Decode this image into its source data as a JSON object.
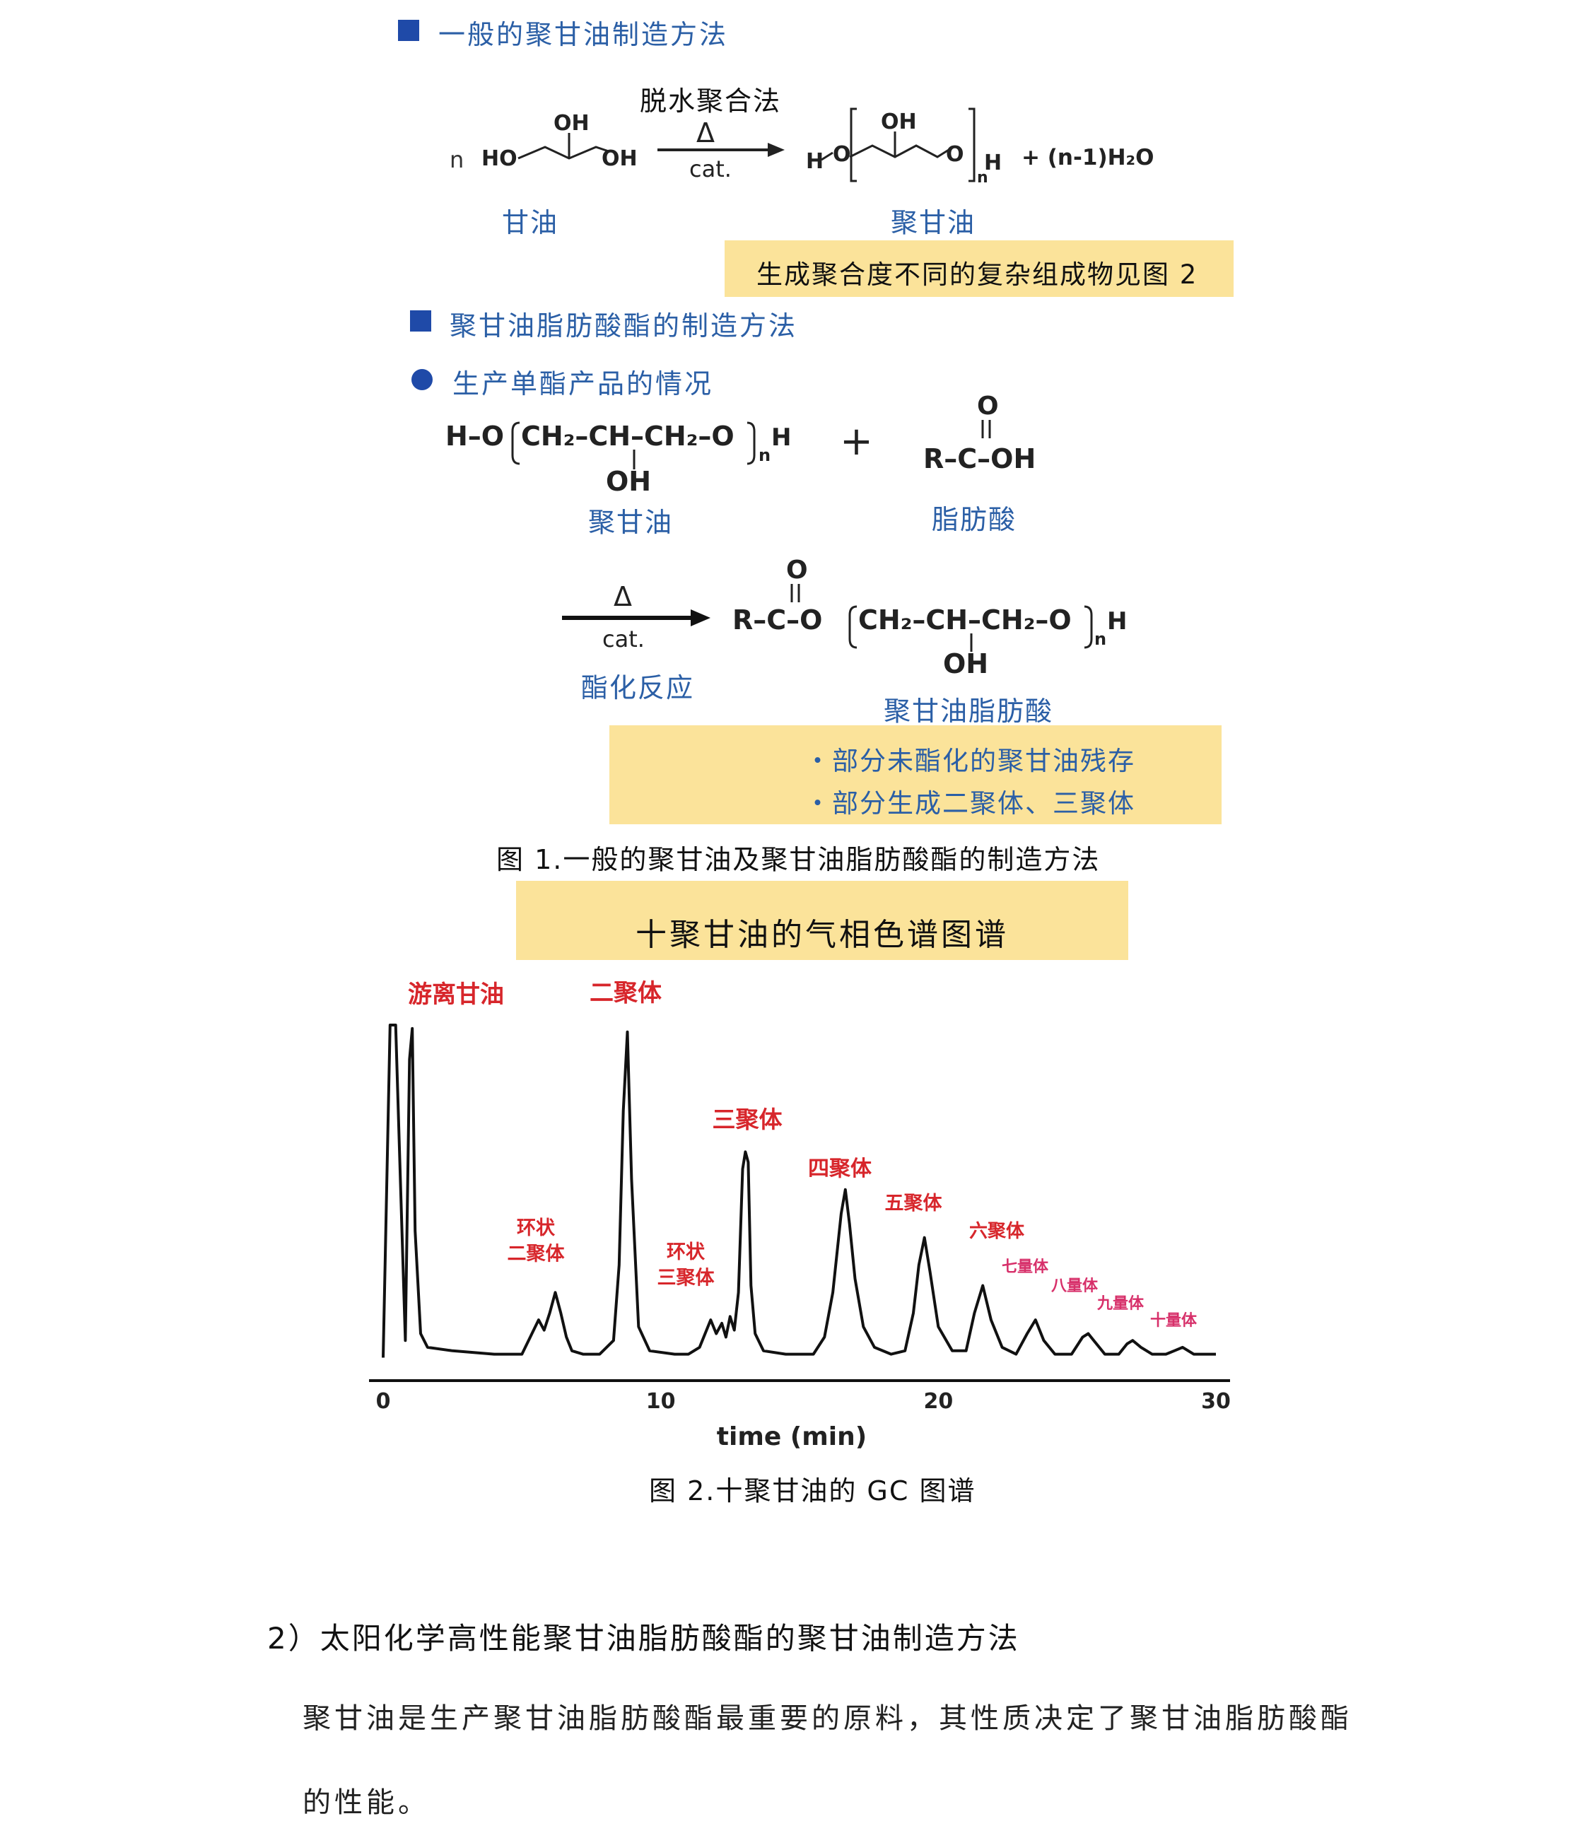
{
  "sections": {
    "general_method": "一般的聚甘油制造方法",
    "ester_method": "聚甘油脂肪酸酯的制造方法",
    "mono_ester": "生产单酯产品的情况"
  },
  "reaction1": {
    "method": "脱水聚合法",
    "delta": "Δ",
    "cat": "cat.",
    "coef": "n",
    "reactant": "甘油",
    "product": "聚甘油",
    "byproduct": "+ (n-1)H₂O",
    "note": "生成聚合度不同的复杂组成物见图 2"
  },
  "reaction2": {
    "plus": "+",
    "reactant1": "聚甘油",
    "reactant2": "脂肪酸",
    "delta": "Δ",
    "cat": "cat.",
    "condition": "酯化反应",
    "product": "聚甘油脂肪酸",
    "notes": [
      "・部分未酯化的聚甘油残存",
      "・部分生成二聚体、三聚体"
    ]
  },
  "figure1_caption": "图 1.一般的聚甘油及聚甘油脂肪酸酯的制造方法",
  "chart_title": "十聚甘油的气相色谱图谱",
  "chart_data": {
    "type": "line",
    "title": "十聚甘油的气相色谱图谱",
    "xlabel": "time (min)",
    "ylabel": "",
    "xlim": [
      0,
      30
    ],
    "xticks": [
      0,
      10,
      20,
      30
    ],
    "ylim": [
      0,
      100
    ],
    "series": [
      {
        "x": [
          0,
          0.25,
          0.35,
          0.45,
          0.6,
          0.8,
          0.95,
          1.05,
          1.15,
          1.35,
          1.6,
          2.5,
          4.0,
          5.0,
          5.3,
          5.6,
          5.8,
          6.0,
          6.2,
          6.4,
          6.6,
          6.8,
          7.2,
          7.8,
          8.3,
          8.5,
          8.65,
          8.8,
          8.95,
          9.2,
          9.6,
          10.5,
          11.0,
          11.4,
          11.8,
          12.0,
          12.2,
          12.35,
          12.5,
          12.65,
          12.8,
          12.95,
          13.05,
          13.15,
          13.25,
          13.4,
          13.7,
          14.5,
          15.5,
          15.9,
          16.2,
          16.5,
          16.65,
          16.8,
          17.0,
          17.3,
          17.7,
          18.3,
          18.8,
          19.1,
          19.3,
          19.5,
          19.7,
          20.0,
          20.5,
          21.0,
          21.3,
          21.6,
          21.9,
          22.3,
          22.8,
          23.2,
          23.5,
          23.8,
          24.2,
          24.8,
          25.2,
          25.4,
          25.6,
          26.0,
          26.5,
          26.8,
          27.0,
          27.3,
          27.7,
          28.2,
          28.5,
          28.8,
          29.2,
          30.0
        ],
        "y": [
          3,
          100,
          100,
          100,
          60,
          8,
          90,
          99,
          40,
          10,
          6,
          5,
          4,
          4,
          9,
          14,
          11,
          16,
          22,
          16,
          9,
          5,
          4,
          4,
          8,
          30,
          75,
          98,
          55,
          12,
          5,
          4,
          4,
          6,
          14,
          10,
          13,
          9,
          15,
          11,
          22,
          58,
          63,
          60,
          24,
          10,
          5,
          4,
          4,
          9,
          22,
          45,
          52,
          42,
          26,
          12,
          6,
          4,
          5,
          16,
          30,
          38,
          28,
          12,
          5,
          5,
          16,
          24,
          14,
          6,
          4,
          10,
          14,
          8,
          4,
          4,
          9,
          10,
          8,
          4,
          4,
          7,
          8,
          6,
          4,
          4,
          5,
          6,
          4,
          4
        ]
      }
    ],
    "annotations": [
      "游离甘油",
      "二聚体",
      "环状\n二聚体",
      "环状\n三聚体",
      "三聚体",
      "四聚体",
      "五聚体",
      "六聚体",
      "七量体",
      "八量体",
      "九量体",
      "十量体"
    ]
  },
  "figure2_caption": "图 2.十聚甘油的 GC 图谱",
  "subheading": "2）太阳化学高性能聚甘油脂肪酸酯的聚甘油制造方法",
  "paragraph_line1": "聚甘油是生产聚甘油脂肪酸酯最重要的原料，其性质决定了聚甘油脂肪酸酯",
  "paragraph_line2": "的性能。"
}
